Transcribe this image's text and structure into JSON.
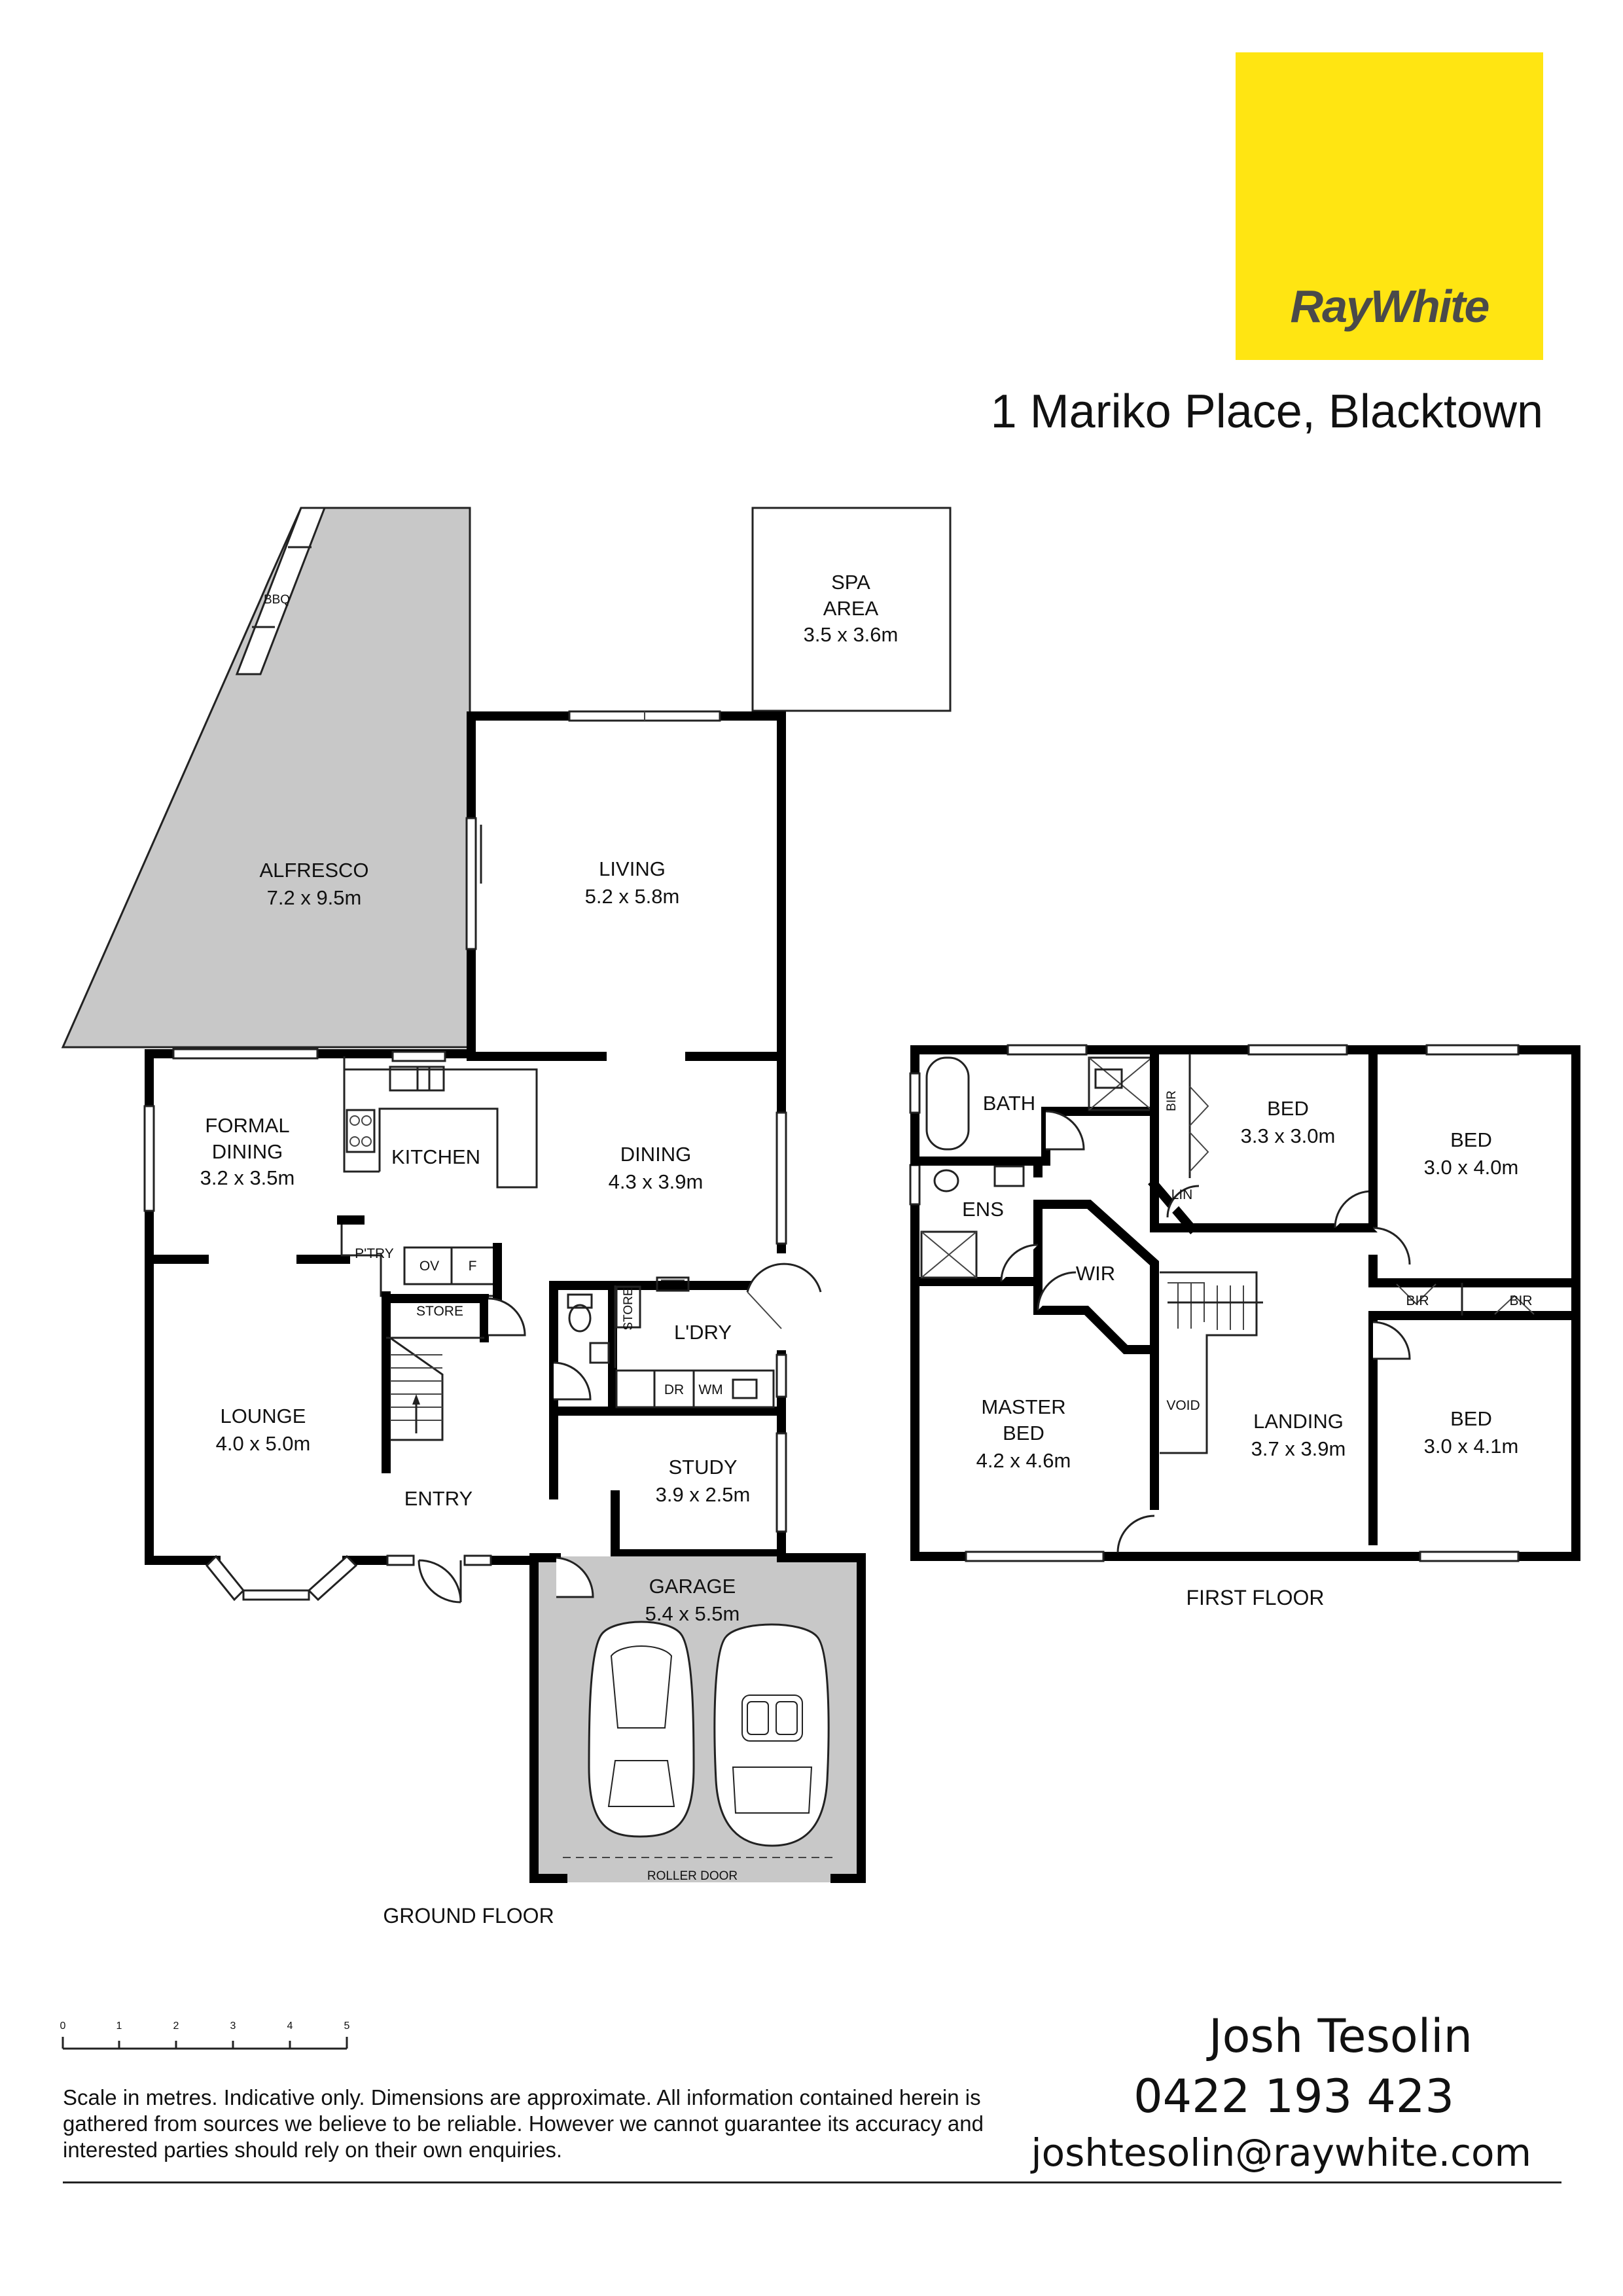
{
  "brand": {
    "name": "RayWhite",
    "color": "#FFE512",
    "text_color": "#4a4a4a"
  },
  "address": "1 Mariko Place, Blacktown",
  "ground_floor": {
    "label": "GROUND FLOOR",
    "rooms": {
      "spa": {
        "name": "SPA",
        "name2": "AREA",
        "dims": "3.5 x 3.6m"
      },
      "alfresco": {
        "name": "ALFRESCO",
        "dims": "7.2 x 9.5m"
      },
      "bbq": "BBQ",
      "living": {
        "name": "LIVING",
        "dims": "5.2 x 5.8m"
      },
      "formal_dining": {
        "name": "FORMAL",
        "name2": "DINING",
        "dims": "3.2 x 3.5m"
      },
      "kitchen": {
        "name": "KITCHEN"
      },
      "dining": {
        "name": "DINING",
        "dims": "4.3 x 3.9m"
      },
      "pantry": "P'TRY",
      "oven": "OV",
      "fridge": "F",
      "store": "STORE",
      "store_small": "STORE",
      "laundry": {
        "name": "L'DRY",
        "dr": "DR",
        "wm": "WM"
      },
      "lounge": {
        "name": "LOUNGE",
        "dims": "4.0 x 5.0m"
      },
      "entry": {
        "name": "ENTRY"
      },
      "study": {
        "name": "STUDY",
        "dims": "3.9 x 2.5m"
      },
      "garage": {
        "name": "GARAGE",
        "dims": "5.4 x 5.5m",
        "door": "ROLLER DOOR"
      }
    }
  },
  "first_floor": {
    "label": "FIRST FLOOR",
    "rooms": {
      "bath": "BATH",
      "bed1": {
        "name": "BED",
        "dims": "3.3 x 3.0m"
      },
      "bed2": {
        "name": "BED",
        "dims": "3.0 x 4.0m"
      },
      "bed3": {
        "name": "BED",
        "dims": "3.0 x 4.1m"
      },
      "ens": "ENS",
      "wir": "WIR",
      "lin": "LIN",
      "bir": "BIR",
      "void": "VOID",
      "master": {
        "name": "MASTER",
        "name2": "BED",
        "dims": "4.2 x 4.6m"
      },
      "landing": {
        "name": "LANDING",
        "dims": "3.7 x 3.9m"
      }
    }
  },
  "scale_bar": {
    "ticks": [
      "0",
      "1",
      "2",
      "3",
      "4",
      "5"
    ]
  },
  "disclaimer": "Scale in metres. Indicative only. Dimensions are approximate. All information contained herein is gathered from sources we believe to be reliable. However we cannot guarantee its accuracy and interested parties should rely on their own enquiries.",
  "agent": {
    "name": "Josh Tesolin",
    "phone": "0422 193 423",
    "email": "joshtesolin@raywhite.com"
  },
  "colors": {
    "alfresco_fill": "#c8c8c8",
    "garage_fill": "#c8c8c8",
    "wall": "#000000"
  }
}
